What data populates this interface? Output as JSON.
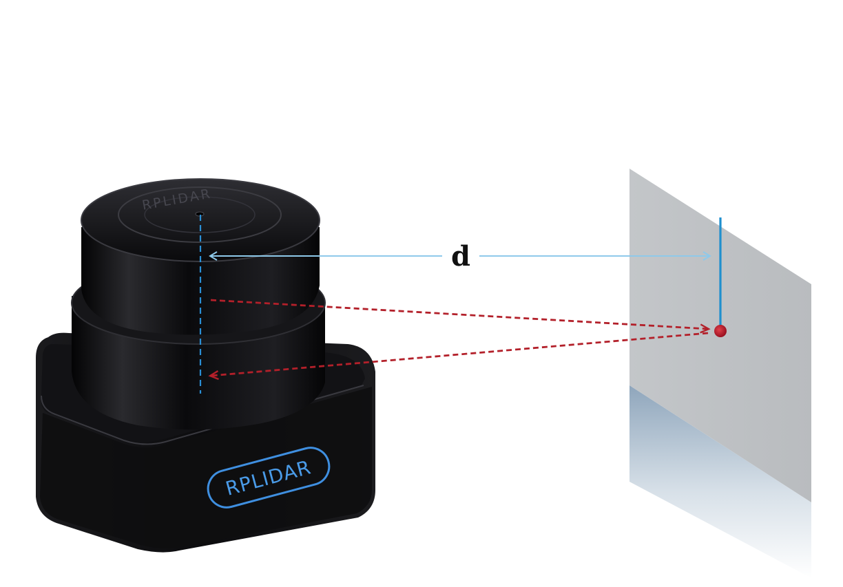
{
  "distance_label": "d",
  "device": {
    "base_brand": "RPLIDAR",
    "cap_brand": "RPLIDAR"
  },
  "colors": {
    "laser": "#b3202a",
    "measure_line": "#8ec9ea",
    "target_line": "#1f8fce",
    "wall": "#bfc2c5",
    "device_body": "#0b0b0d",
    "logo_glow": "#3f8fe0"
  }
}
